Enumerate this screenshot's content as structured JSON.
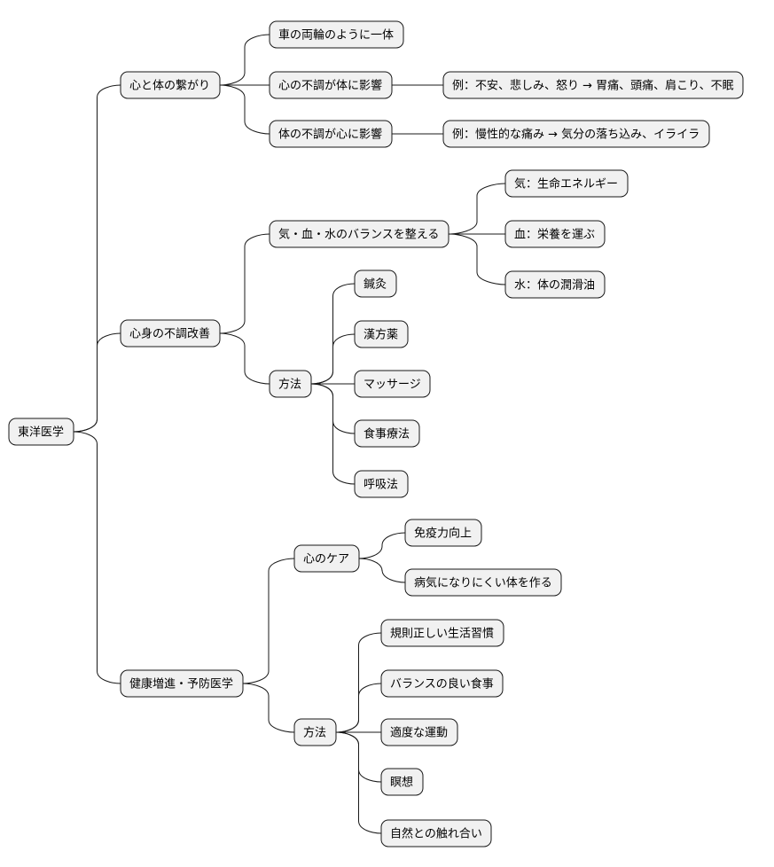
{
  "mindmap": {
    "root": {
      "label": "東洋医学",
      "children": [
        {
          "label": "心と体の繋がり",
          "children": [
            {
              "label": "車の両輪のように一体"
            },
            {
              "label": "心の不調が体に影響",
              "children": [
                {
                  "label": "例：不安、悲しみ、怒り → 胃痛、頭痛、肩こり、不眠"
                }
              ]
            },
            {
              "label": "体の不調が心に影響",
              "children": [
                {
                  "label": "例：慢性的な痛み → 気分の落ち込み、イライラ"
                }
              ]
            }
          ]
        },
        {
          "label": "心身の不調改善",
          "children": [
            {
              "label": "気・血・水のバランスを整える",
              "children": [
                {
                  "label": "気：生命エネルギー"
                },
                {
                  "label": "血：栄養を運ぶ"
                },
                {
                  "label": "水：体の潤滑油"
                }
              ]
            },
            {
              "label": "方法",
              "children": [
                {
                  "label": "鍼灸"
                },
                {
                  "label": "漢方薬"
                },
                {
                  "label": "マッサージ"
                },
                {
                  "label": "食事療法"
                },
                {
                  "label": "呼吸法"
                }
              ]
            }
          ]
        },
        {
          "label": "健康増進・予防医学",
          "children": [
            {
              "label": "心のケア",
              "children": [
                {
                  "label": "免疫力向上"
                },
                {
                  "label": "病気になりにくい体を作る"
                }
              ]
            },
            {
              "label": "方法",
              "children": [
                {
                  "label": "規則正しい生活習慣"
                },
                {
                  "label": "バランスの良い食事"
                },
                {
                  "label": "適度な運動"
                },
                {
                  "label": "瞑想"
                },
                {
                  "label": "自然との触れ合い"
                }
              ]
            }
          ]
        }
      ]
    }
  }
}
